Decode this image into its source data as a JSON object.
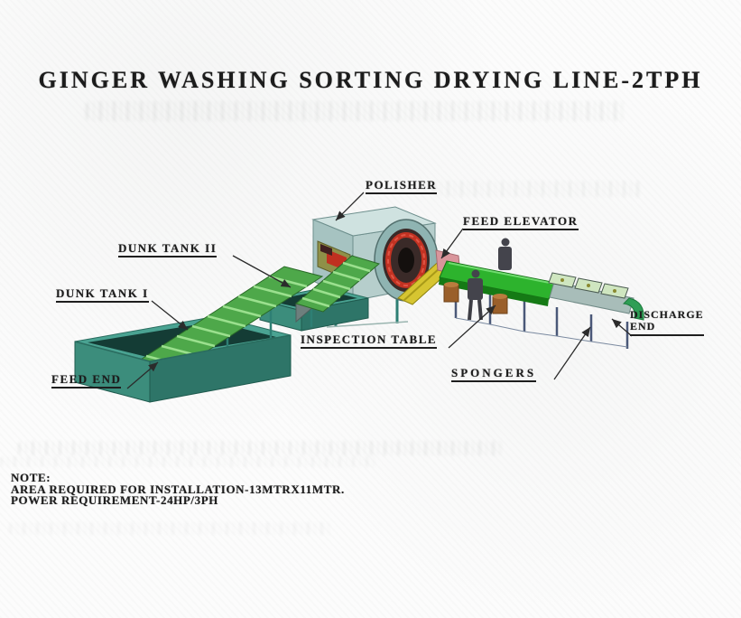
{
  "title": "GINGER WASHING SORTING DRYING LINE-2TPH",
  "labels": {
    "polisher": "POLISHER",
    "feed_elevator": "FEED ELEVATOR",
    "dunk_tank_ii": "DUNK TANK II",
    "dunk_tank_i": "DUNK TANK I",
    "feed_end": "FEED END",
    "inspection_table": "INSPECTION TABLE",
    "spongers": "SPONGERS",
    "discharge_end_line1": "DISCHARGE",
    "discharge_end_line2": "END"
  },
  "notes": {
    "heading": "NOTE:",
    "area": "AREA REQUIRED FOR INSTALLATION-13MTRX11MTR.",
    "power": "POWER REQUIREMENT-24HP/3PH"
  },
  "colors": {
    "text": "#1c1c1c",
    "leader_line": "#2b2b2b",
    "tank_rim": "#4aa392",
    "tank_interior": "#143c35",
    "tank_end": "#3c8d7c",
    "tank_side": "#2e7568",
    "belt_green": "#4ea84a",
    "belt_cleat": "#9be08e",
    "conveyor_wall": "#6e7f7d",
    "polisher_top": "#cfe2e0",
    "polisher_face": "#a6c3c1",
    "polisher_body": "#b6cecc",
    "polisher_cap": "#8fb4b2",
    "ring_red": "#c23222",
    "panel_olive": "#8f9048",
    "panel_red": "#c03020",
    "elevator_yellow": "#d6c531",
    "head_pink": "#d9959b",
    "table_belt": "#2db32d",
    "table_belt_side": "#157a15",
    "tray_frame": "#a8bdb9",
    "tray_mesh": "#cfe6c0",
    "hood_green": "#2f9e55",
    "legs_blue": "#4a5878",
    "barrel_brown": "#9a5f2a",
    "worker_grey": "#44444c"
  }
}
